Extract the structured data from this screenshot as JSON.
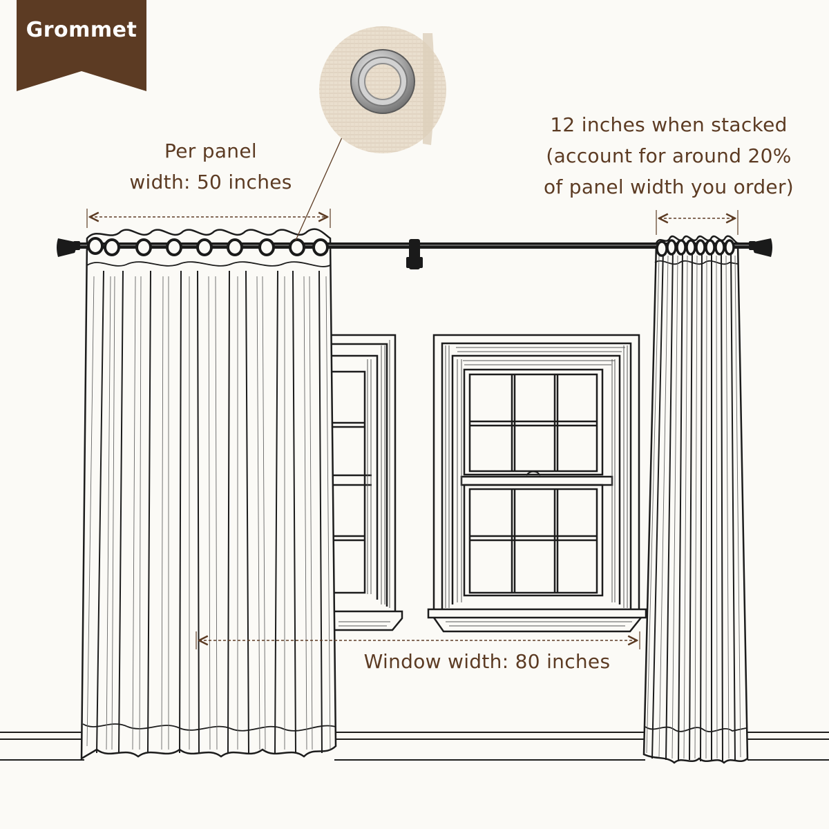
{
  "badge": {
    "label": "Grommet"
  },
  "labels": {
    "panel_width_lines": [
      "Per panel",
      "width: 50 inches"
    ],
    "stacked_lines": [
      "12 inches when stacked",
      "(account for around 20%",
      "of panel width you order)"
    ],
    "window_width": "Window width: 80 inches"
  },
  "colors": {
    "accent_brown": "#5c3b23",
    "line": "#1c1c1c",
    "background": "#fbfaf6",
    "linen": "#eadfce"
  },
  "icons": {
    "grommet_detail": "grommet-closeup-icon",
    "finial": "finial-icon",
    "rod_bracket": "bracket-icon"
  }
}
